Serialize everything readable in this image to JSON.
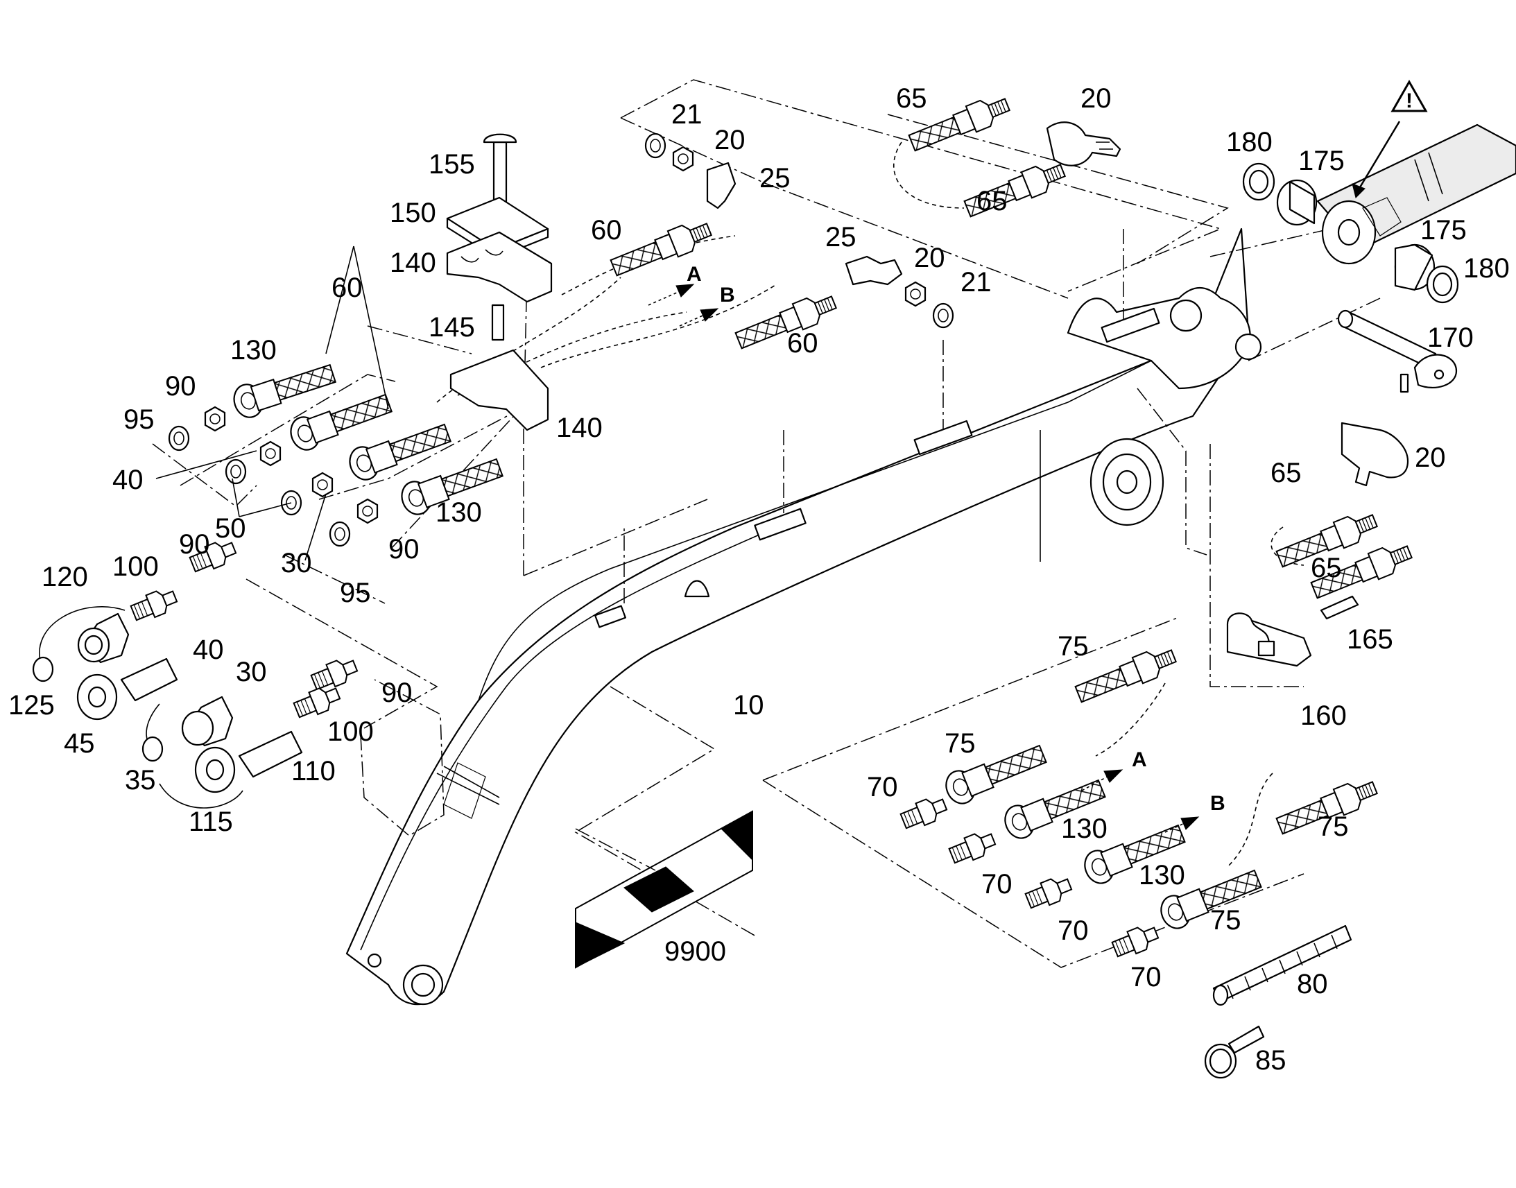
{
  "labels": [
    {
      "id": "l155",
      "text": "155"
    },
    {
      "id": "l150",
      "text": "150"
    },
    {
      "id": "l140a",
      "text": "140"
    },
    {
      "id": "l145",
      "text": "145"
    },
    {
      "id": "l140b",
      "text": "140"
    },
    {
      "id": "l60a",
      "text": "60"
    },
    {
      "id": "l130a",
      "text": "130"
    },
    {
      "id": "l90a",
      "text": "90"
    },
    {
      "id": "l95a",
      "text": "95"
    },
    {
      "id": "l40a",
      "text": "40"
    },
    {
      "id": "l50",
      "text": "50"
    },
    {
      "id": "l30a",
      "text": "30"
    },
    {
      "id": "l95b",
      "text": "95"
    },
    {
      "id": "l90b",
      "text": "90"
    },
    {
      "id": "l130b",
      "text": "130"
    },
    {
      "id": "l21a",
      "text": "21"
    },
    {
      "id": "l20a",
      "text": "20"
    },
    {
      "id": "l25a",
      "text": "25"
    },
    {
      "id": "l60b",
      "text": "60"
    },
    {
      "id": "lA1",
      "text": "A"
    },
    {
      "id": "lB1",
      "text": "B"
    },
    {
      "id": "l25b",
      "text": "25"
    },
    {
      "id": "l20b",
      "text": "20"
    },
    {
      "id": "l21b",
      "text": "21"
    },
    {
      "id": "l60c",
      "text": "60"
    },
    {
      "id": "l65a",
      "text": "65"
    },
    {
      "id": "l20c",
      "text": "20"
    },
    {
      "id": "l65b",
      "text": "65"
    },
    {
      "id": "l180a",
      "text": "180"
    },
    {
      "id": "l175a",
      "text": "175"
    },
    {
      "id": "l175b",
      "text": "175"
    },
    {
      "id": "l180b",
      "text": "180"
    },
    {
      "id": "l170",
      "text": "170"
    },
    {
      "id": "l20d",
      "text": "20"
    },
    {
      "id": "l65c",
      "text": "65"
    },
    {
      "id": "l65d",
      "text": "65"
    },
    {
      "id": "l165",
      "text": "165"
    },
    {
      "id": "l160",
      "text": "160"
    },
    {
      "id": "l120",
      "text": "120"
    },
    {
      "id": "l100a",
      "text": "100"
    },
    {
      "id": "l90c",
      "text": "90"
    },
    {
      "id": "l40b",
      "text": "40"
    },
    {
      "id": "l125",
      "text": "125"
    },
    {
      "id": "l45",
      "text": "45"
    },
    {
      "id": "l30b",
      "text": "30"
    },
    {
      "id": "l90d",
      "text": "90"
    },
    {
      "id": "l100b",
      "text": "100"
    },
    {
      "id": "l35",
      "text": "35"
    },
    {
      "id": "l110",
      "text": "110"
    },
    {
      "id": "l115",
      "text": "115"
    },
    {
      "id": "l10",
      "text": "10"
    },
    {
      "id": "l9900",
      "text": "9900"
    },
    {
      "id": "l75a",
      "text": "75"
    },
    {
      "id": "l75b",
      "text": "75"
    },
    {
      "id": "l70a",
      "text": "70"
    },
    {
      "id": "l130c",
      "text": "130"
    },
    {
      "id": "lA2",
      "text": "A"
    },
    {
      "id": "l70b",
      "text": "70"
    },
    {
      "id": "lB2",
      "text": "B"
    },
    {
      "id": "l130d",
      "text": "130"
    },
    {
      "id": "l75c",
      "text": "75"
    },
    {
      "id": "l70c",
      "text": "70"
    },
    {
      "id": "l75d",
      "text": "75"
    },
    {
      "id": "l70d",
      "text": "70"
    },
    {
      "id": "l80",
      "text": "80"
    },
    {
      "id": "l85",
      "text": "85"
    }
  ],
  "warning_symbol": "!"
}
